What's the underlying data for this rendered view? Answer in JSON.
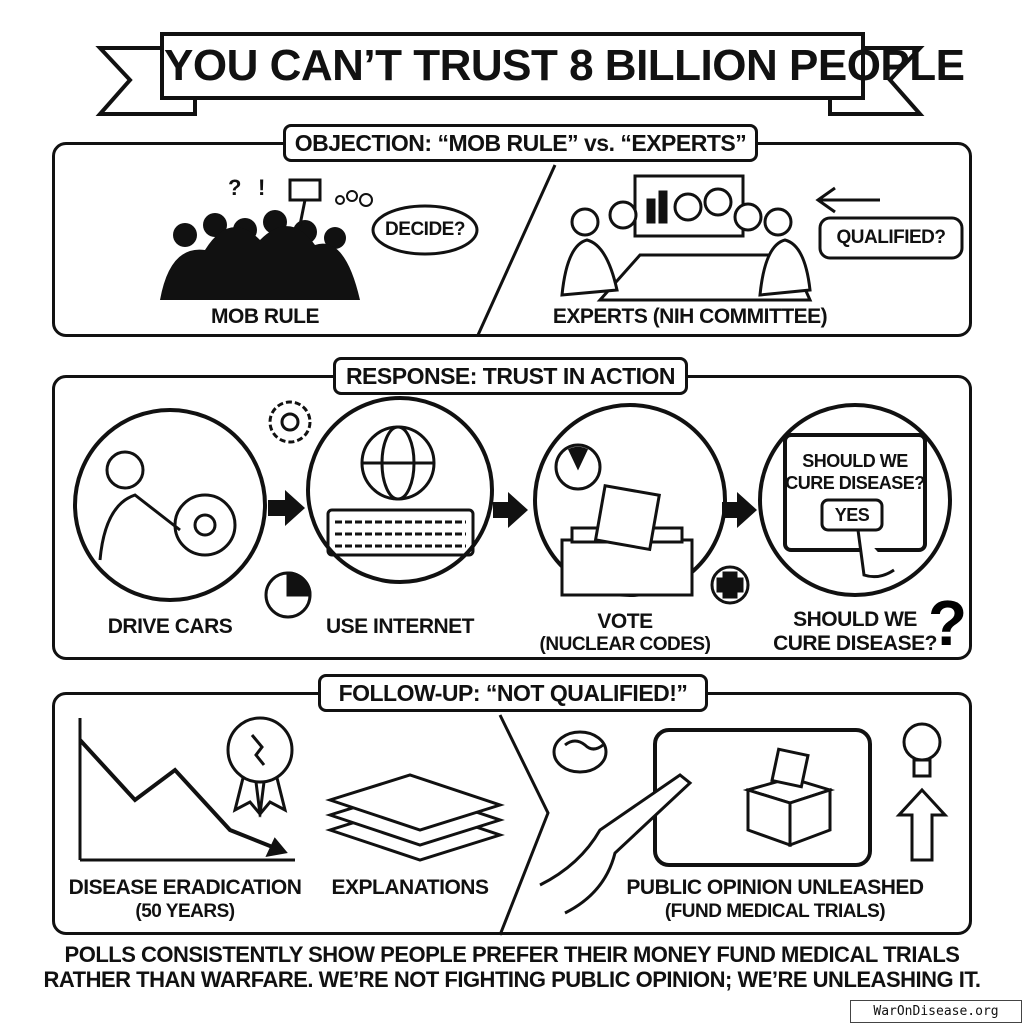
{
  "title": "YOU CAN’T TRUST 8 BILLION PEOPLE",
  "objection": {
    "heading": "OBJECTION: “MOB RULE” vs. “EXPERTS”",
    "mob_label": "MOB RULE",
    "mob_bubble": "DECIDE?",
    "experts_label": "EXPERTS (NIH COMMITTEE)",
    "experts_bubble": "QUALIFIED?"
  },
  "response": {
    "heading": "RESPONSE: TRUST IN ACTION",
    "items": [
      {
        "label": "DRIVE CARS"
      },
      {
        "label": "USE INTERNET"
      },
      {
        "label": "VOTE",
        "sub": "(NUCLEAR CODES)"
      },
      {
        "label": "SHOULD WE",
        "sub": "CURE DISEASE?",
        "screen_question_1": "SHOULD WE",
        "screen_question_2": "CURE DISEASE?",
        "screen_button": "YES"
      }
    ]
  },
  "followup": {
    "heading": "FOLLOW-UP: “NOT QUALIFIED!”",
    "items": [
      {
        "label": "DISEASE ERADICATION",
        "sub": "(50 YEARS)"
      },
      {
        "label": "EXPLANATIONS"
      },
      {
        "label": "PUBLIC OPINION UNLEASHED",
        "sub": "(FUND MEDICAL TRIALS)"
      }
    ]
  },
  "footer": {
    "line1": "POLLS CONSISTENTLY SHOW PEOPLE PREFER THEIR MONEY FUND MEDICAL TRIALS",
    "line2": "RATHER THAN WARFARE. WE’RE NOT FIGHTING PUBLIC OPINION; WE’RE UNLEASHING IT.",
    "watermark": "WarOnDisease.org"
  }
}
